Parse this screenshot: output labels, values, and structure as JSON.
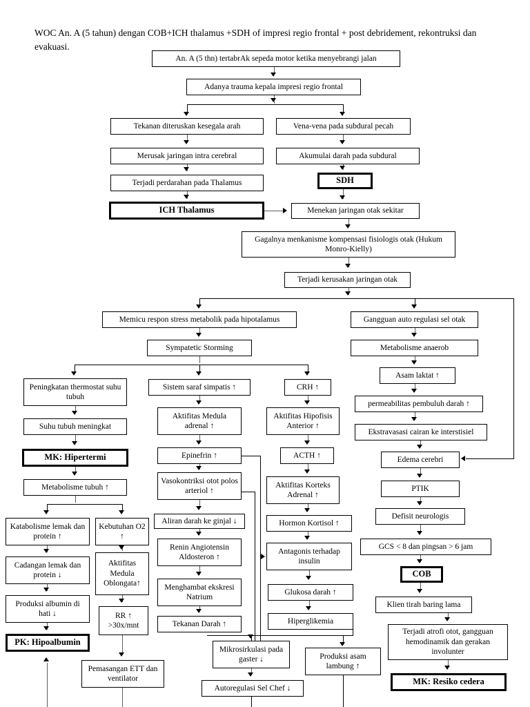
{
  "document": {
    "title": "WOC An. A (5 tahun) dengan COB+ICH thalamus +SDH of impresi regio frontal + post debridement, rekontruksi dan evakuasi."
  },
  "nodes": {
    "n01": "An. A (5 thn) tertabrAk sepeda motor ketika menyebrangi jalan",
    "n02": "Adanya trauma kepala impresi regio frontal",
    "n03": "Tekanan diteruskan kesegala arah",
    "n04": "Vena-vena pada subdural pecah",
    "n05": "Merusak jaringan intra cerebral",
    "n06": "Akumulai darah pada subdural",
    "n07": "Terjadi perdarahan pada Thalamus",
    "n08": "SDH",
    "n09": "ICH Thalamus",
    "n10": "Menekan jaringan otak sekitar",
    "n11": "Gagalnya menkanisme kompensasi fisiologis otak (Hukum Monro-Kielly)",
    "n12": "Terjadi kerusakan jaringan otak",
    "n13": "Memicu respon stress metabolik pada hipotalamus",
    "n14": "Gangguan auto regulasi sel otak",
    "n15": "Sympatetic Storming",
    "n16": "Metabolisme anaerob",
    "n17": "Peningkatan thermostat suhu tubuh",
    "n18": "Sistem saraf simpatis ↑",
    "n19": "CRH ↑",
    "n20": "Asam laktat ↑",
    "n21": "Suhu tubuh meningkat",
    "n22": "Aktifitas Medula adrenal ↑",
    "n23": "Aktifitas Hipofisis Anterior ↑",
    "n24": "permeabilitas pembuluh darah ↑",
    "n25": "MK: Hipertermi",
    "n26": "Epinefrin ↑",
    "n27": "Ekstravasasi cairan ke interstisiel",
    "n28": "ACTH ↑",
    "n29": "Metabolisme tubuh ↑",
    "n30": "Vasokontriksi otot polos arteriol ↑",
    "n31": "Aktifitas Korteks Adrenal ↑",
    "n32": "Edema cerebri",
    "n33": "PTIK",
    "n34": "Katabolisme lemak dan protein ↑",
    "n35": "Kebutuhan O2 ↑",
    "n36": "Aliran darah ke ginjal ↓",
    "n37": "Hormon Kortisol ↑",
    "n38": "Defisit neurologis",
    "n39": "Cadangan lemak dan protein ↓",
    "n40": "Aktifitas Medula Oblongata↑",
    "n41": "Renin Angiotensin Aldosteron ↑",
    "n42": "Antagonis terhadap insulin",
    "n43": "GCS < 8 dan pingsan > 6 jam",
    "n44": "COB",
    "n45": "Produksi albumin di hati ↓",
    "n46": "Menghambat ekskresi Natrium",
    "n47": "Glukosa darah ↑",
    "n48": "Klien tirah baring lama",
    "n49": "PK: Hipoalbumin",
    "n50": "RR ↑ >30x/mnt",
    "n51": "Tekanan Darah ↑",
    "n52": "Hiperglikemia",
    "n53": "Terjadi atrofi otot, gangguan hemodinamik dan gerakan involunter",
    "n54": "Pemasangan ETT dan ventilator",
    "n55": "Mikrosirkulasi pada gaster ↓",
    "n56": "Produksi asam lambung ↑",
    "n57": "MK: Resiko cedera",
    "n58": "Autoregulasi Sel Chef ↓"
  },
  "style": {
    "line_color": "#5a5a5a",
    "box_border": "#000000",
    "background": "#ffffff"
  }
}
